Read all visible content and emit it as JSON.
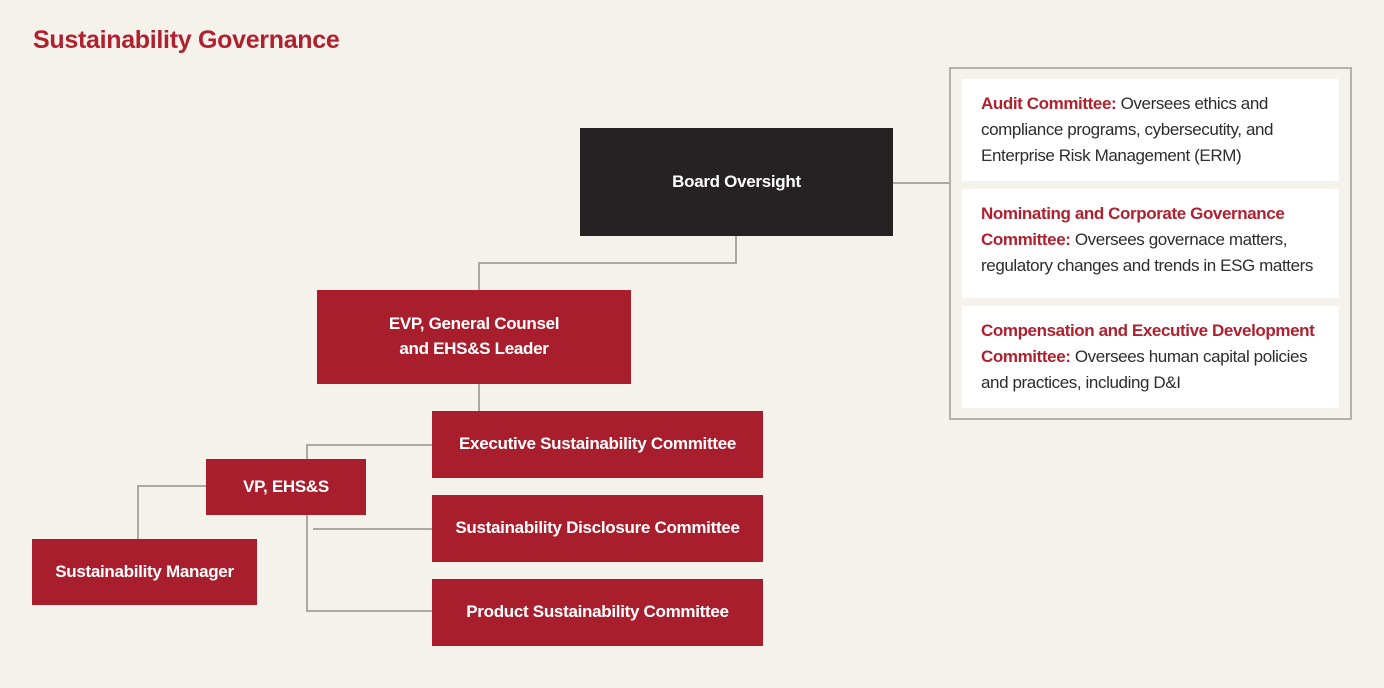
{
  "header": {
    "title": "Sustainability Governance"
  },
  "colors": {
    "accent_red": "#A91E2D",
    "title_red": "#B0212F",
    "dark_box": "#262122",
    "connector_gray": "#ACA8A3",
    "panel_border": "#B4B0AB",
    "page_background": "#F5F2EC",
    "card_bg": "#FFFFFF",
    "body_text": "#2E2C2D"
  },
  "chart": {
    "board": {
      "label": "Board Oversight"
    },
    "evp": {
      "line1": "EVP, General Counsel",
      "line2": "and EHS&S Leader"
    },
    "executive_committee": {
      "label": "Executive Sustainability Committee"
    },
    "disclosure_committee": {
      "label": "Sustainability Disclosure Committee"
    },
    "product_committee": {
      "label": "Product Sustainability Committee"
    },
    "vp": {
      "label": "VP, EHS&S"
    },
    "manager": {
      "label": "Sustainability Manager"
    }
  },
  "panel": {
    "items": [
      {
        "title": "Audit Committee:",
        "description": "Oversees ethics and compliance programs, cybersecutity, and Enterprise Risk Management (ERM)"
      },
      {
        "title": "Nominating and Corporate Governance Committee:",
        "description": "Oversees governace matters, regulatory changes and trends in ESG matters"
      },
      {
        "title": "Compensation and Executive Development Committee:",
        "description": "Oversees human capital policies and practices, including D&I"
      }
    ]
  }
}
